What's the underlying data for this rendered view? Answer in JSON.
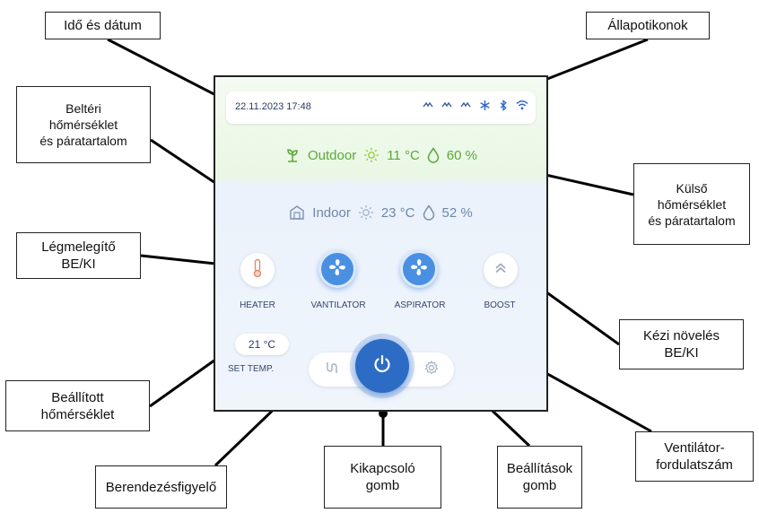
{
  "callouts": {
    "ido_datum": "Idő és dátum",
    "allapotikonok": "Állapotikonok",
    "belteri": "Beltéri\nhőmérséklet\nés páratartalom",
    "kulso": "Külső\nhőmérséklet\nés páratartalom",
    "legmelegito": "Légmelegítő\nBE/KI",
    "kezi_noveles": "Kézi növelés\nBE/KI",
    "beallitott": "Beállított\nhőmérséklet",
    "ventilator": "Ventilátor-\nfordulatszám",
    "berendezes": "Berendezésfigyelő",
    "kikapcsolo": "Kikapcsoló\ngomb",
    "beallitasok": "Beállítások\ngomb"
  },
  "device": {
    "datetime": "22.11.2023  17:48",
    "outdoor": {
      "label": "Outdoor",
      "temp": "11 °C",
      "humidity": "60 %"
    },
    "indoor": {
      "label": "Indoor",
      "temp": "23 °C",
      "humidity": "52 %"
    },
    "buttons": {
      "heater": "HEATER",
      "vantilator": "VANTILATOR",
      "aspirator": "ASPIRATOR",
      "boost": "BOOST"
    },
    "set_temp_value": "21 °C",
    "set_temp_label": "SET TEMP."
  },
  "colors": {
    "accent_blue": "#4a90e2",
    "power_blue": "#2d6cc4",
    "outdoor_green": "#5aa83a",
    "indoor_blue": "#6f86a8"
  }
}
